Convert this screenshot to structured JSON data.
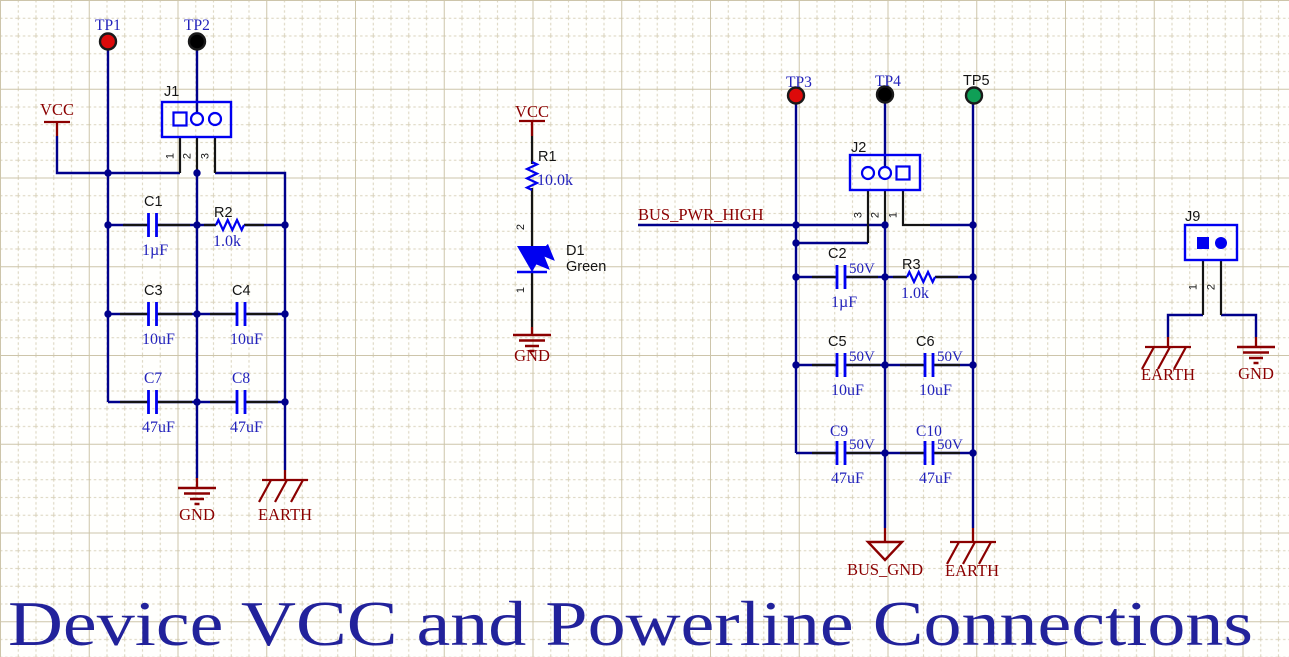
{
  "title": "Device VCC and Powerline Connections",
  "colors": {
    "wire": "#00008b",
    "component_blue": "#0000f0",
    "power_red": "#8b0000",
    "text_black": "#141414",
    "text_blue": "#2222bb",
    "title_blue": "#22229b",
    "tp_red": "#dd0a0a",
    "tp_black": "#000000",
    "tp_green": "#0f9f56"
  },
  "left_block": {
    "tp1_label": "TP1",
    "tp2_label": "TP2",
    "vcc_label": "VCC",
    "gnd_label": "GND",
    "earth_label": "EARTH",
    "j1_ref": "J1",
    "j1_pin1": "1",
    "j1_pin2": "2",
    "j1_pin3": "3",
    "c1_ref": "C1",
    "c1_val": "1µF",
    "r2_ref": "R2",
    "r2_val": "1.0k",
    "c3_ref": "C3",
    "c3_val": "10uF",
    "c4_ref": "C4",
    "c4_val": "10uF",
    "c7_ref": "C7",
    "c7_val": "47uF",
    "c8_ref": "C8",
    "c8_val": "47uF"
  },
  "led_block": {
    "vcc_label": "VCC",
    "r1_ref": "R1",
    "r1_val": "10.0k",
    "r1_pin_top": "2",
    "r1_pin_bottom": "1",
    "d1_ref": "D1",
    "d1_val": "Green",
    "gnd_label": "GND"
  },
  "bus_block": {
    "tp3_label": "TP3",
    "tp4_label": "TP4",
    "tp5_label": "TP5",
    "net_label": "BUS_PWR_HIGH",
    "j2_ref": "J2",
    "j2_pin1": "1",
    "j2_pin2": "2",
    "j2_pin3": "3",
    "c2_ref": "C2",
    "c2_volt": "50V",
    "c2_val": "1µF",
    "r3_ref": "R3",
    "r3_val": "1.0k",
    "c5_ref": "C5",
    "c5_volt": "50V",
    "c5_val": "10uF",
    "c6_ref": "C6",
    "c6_volt": "50V",
    "c6_val": "10uF",
    "c9_ref": "C9",
    "c9_volt": "50V",
    "c9_val": "47uF",
    "c10_ref": "C10",
    "c10_volt": "50V",
    "c10_val": "47uF",
    "bus_gnd_label": "BUS_GND",
    "earth_label": "EARTH"
  },
  "j9_block": {
    "j9_ref": "J9",
    "j9_pin1": "1",
    "j9_pin2": "2",
    "earth_label": "EARTH",
    "gnd_label": "GND"
  }
}
